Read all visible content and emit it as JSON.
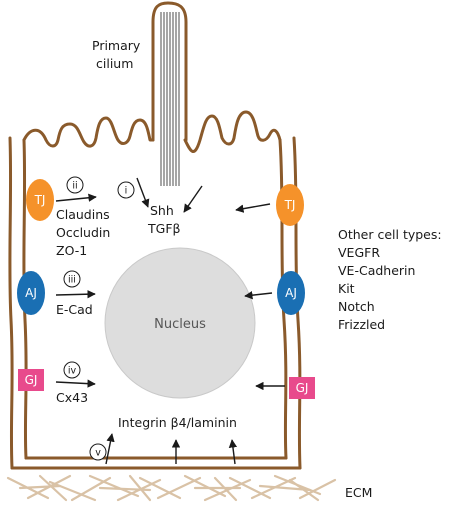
{
  "cilium": {
    "label_line1": "Primary",
    "label_line2": "cilium"
  },
  "junctions": {
    "tj": {
      "label": "TJ",
      "color": "#f5922a"
    },
    "aj": {
      "label": "AJ",
      "color": "#1a6fb3"
    },
    "gj": {
      "label": "GJ",
      "color": "#e84a8c"
    }
  },
  "signals": {
    "cilium": {
      "numeral": "i",
      "lines": [
        "Shh",
        "TGFβ"
      ]
    },
    "tight": {
      "numeral": "ii",
      "lines": [
        "Claudins",
        "Occludin",
        "ZO-1"
      ]
    },
    "adherens": {
      "numeral": "iii",
      "lines": [
        "E-Cad"
      ]
    },
    "gap": {
      "numeral": "iv",
      "lines": [
        "Cx43"
      ]
    },
    "matrix": {
      "numeral": "v",
      "lines": [
        "Integrin β4/laminin"
      ]
    }
  },
  "nucleus": {
    "label": "Nucleus"
  },
  "other_cell_types": {
    "title": "Other cell types:",
    "items": [
      "VEGFR",
      "VE-Cadherin",
      "Kit",
      "Notch",
      "Frizzled"
    ]
  },
  "ecm": {
    "label": "ECM"
  },
  "colors": {
    "membrane": "#8a5a2b",
    "nucleus_fill": "#dddddd",
    "ecm_fibers": "#d9c2a6",
    "axoneme": "#777777"
  }
}
